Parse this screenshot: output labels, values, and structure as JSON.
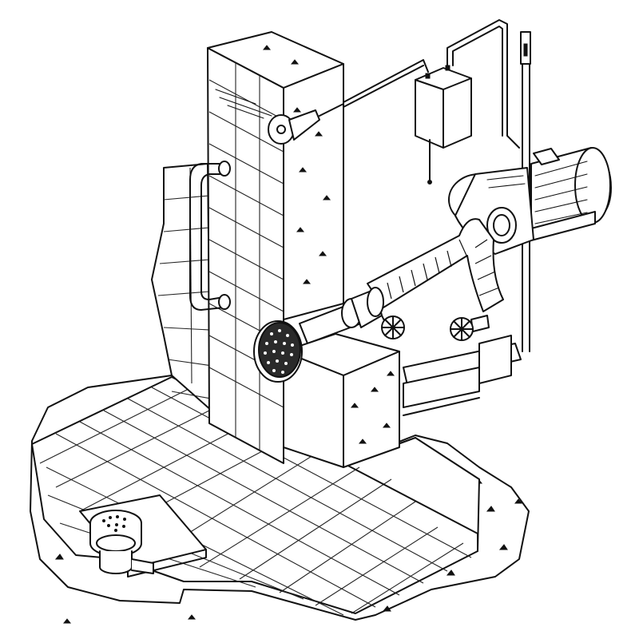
{
  "figure": {
    "style": "black-and-white technical line drawing",
    "colors": {
      "ink": "#111111",
      "paper": "#ffffff"
    },
    "components": [
      {
        "id": "wall-pillar",
        "icon": "tiled-concrete-pillar"
      },
      {
        "id": "handrail",
        "icon": "grab-rail"
      },
      {
        "id": "air-nozzle",
        "icon": "wall-nozzle"
      },
      {
        "id": "control-box",
        "icon": "electrical-box"
      },
      {
        "id": "air-pipe",
        "icon": "pipe"
      },
      {
        "id": "vent-pipe",
        "icon": "vent-tube"
      },
      {
        "id": "pump-motor",
        "icon": "electric-motor"
      },
      {
        "id": "pump-housing",
        "icon": "pump-volute"
      },
      {
        "id": "suction-grate",
        "icon": "round-grille"
      },
      {
        "id": "gate-valve-1",
        "icon": "handwheel-valve"
      },
      {
        "id": "gate-valve-2",
        "icon": "handwheel-valve"
      },
      {
        "id": "hose-pipe",
        "icon": "insulated-pipe"
      },
      {
        "id": "floor-drain",
        "icon": "floor-drain"
      },
      {
        "id": "tiled-floor",
        "icon": "tile-grid"
      },
      {
        "id": "pedestal-block",
        "icon": "concrete-block"
      }
    ]
  }
}
